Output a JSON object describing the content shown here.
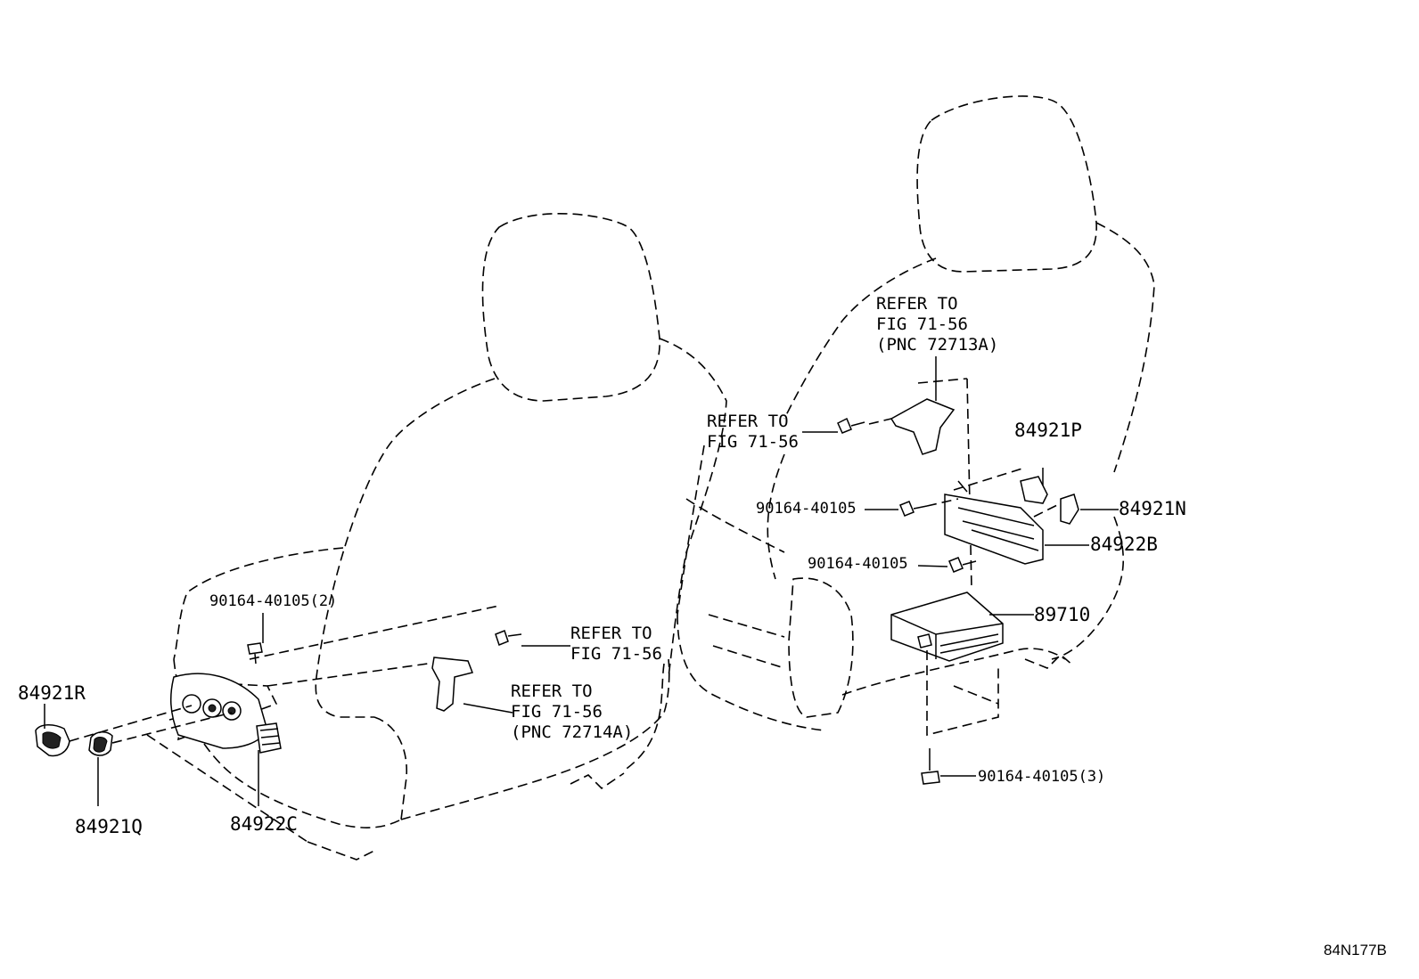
{
  "diagram": {
    "code": "84N177B",
    "labels": {
      "p84921R": "84921R",
      "p84921Q": "84921Q",
      "p84922C": "84922C",
      "bolt_left": "90164-40105(2)",
      "ref_left_a": [
        "REFER TO",
        "FIG 71-56"
      ],
      "ref_left_b": [
        "REFER TO",
        "FIG 71-56",
        "(PNC 72714A)"
      ],
      "ref_right_mid": [
        "REFER TO",
        "FIG 71-56"
      ],
      "ref_right_top": [
        "REFER TO",
        "FIG 71-56",
        "(PNC 72713A)"
      ],
      "p84921P": "84921P",
      "p84921N": "84921N",
      "p84922B": "84922B",
      "bolt_right_1": "90164-40105",
      "bolt_right_2": "90164-40105",
      "p89710": "89710",
      "bolt_bottom": "90164-40105(3)"
    }
  }
}
